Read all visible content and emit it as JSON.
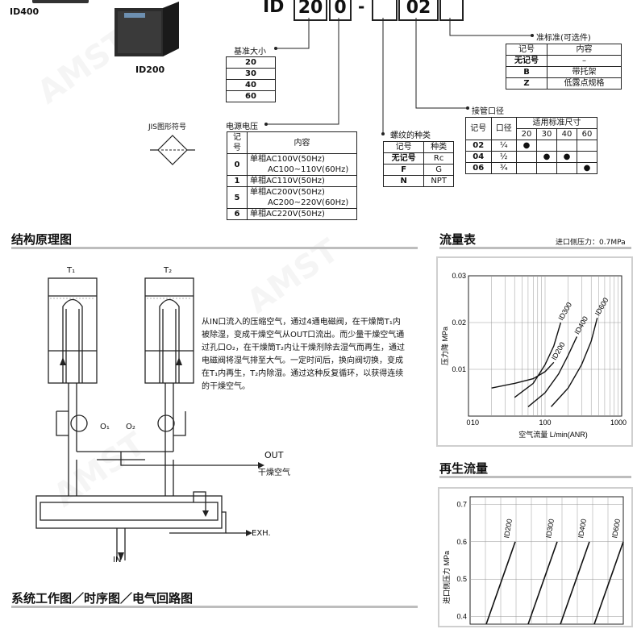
{
  "product_images": [
    {
      "label": "ID400"
    },
    {
      "label": "ID200"
    }
  ],
  "code": {
    "prefix": "ID",
    "size_box": "20",
    "voltage_box": "0",
    "dash": "-",
    "port_box": "02"
  },
  "jis_symbol_label": "JIS图形符号",
  "size_table": {
    "title": "基准大小",
    "rows": [
      "20",
      "30",
      "40",
      "60"
    ]
  },
  "option_table": {
    "title": "准标准(可选件)",
    "headers": [
      "记号",
      "内容"
    ],
    "rows": [
      [
        "无记号",
        "–"
      ],
      [
        "B",
        "带托架"
      ],
      [
        "Z",
        "低露点规格"
      ]
    ]
  },
  "voltage_table": {
    "title": "电源电压",
    "headers": [
      "记号",
      "内容"
    ],
    "rows": [
      [
        "0",
        "单相AC100V(50Hz)",
        "AC100~110V(60Hz)"
      ],
      [
        "1",
        "单相AC110V(50Hz)",
        ""
      ],
      [
        "5",
        "单相AC200V(50Hz)",
        "AC200~220V(60Hz)"
      ],
      [
        "6",
        "单相AC220V(50Hz)",
        ""
      ]
    ]
  },
  "thread_table": {
    "title": "螺纹的种类",
    "headers": [
      "记号",
      "种类"
    ],
    "rows": [
      [
        "无记号",
        "Rc"
      ],
      [
        "F",
        "G"
      ],
      [
        "N",
        "NPT"
      ]
    ]
  },
  "port_table": {
    "title": "接管口径",
    "headers": [
      "记号",
      "口径",
      "适用标准尺寸"
    ],
    "sizes": [
      "20",
      "30",
      "40",
      "60"
    ],
    "rows": [
      {
        "code": "02",
        "dia": "¼",
        "marks": [
          true,
          false,
          false,
          false
        ]
      },
      {
        "code": "04",
        "dia": "½",
        "marks": [
          false,
          true,
          true,
          false
        ]
      },
      {
        "code": "06",
        "dia": "¾",
        "marks": [
          false,
          false,
          false,
          true
        ]
      }
    ]
  },
  "structure": {
    "title": "结构原理图",
    "t1": "T₁",
    "t2": "T₂",
    "o1": "O₁",
    "o2": "O₂",
    "out": "OUT",
    "dry_air": "干燥空气",
    "exh": "EXH.",
    "in": "IN",
    "description": "从IN口流入的压缩空气，通过4通电磁阀，在干燥筒T₁内被除湿，变成干燥空气从OUT口流出。而少量干燥空气通过孔口O₂，在干燥筒T₂内让干燥剂除去湿气而再生，通过电磁阀将湿气排至大气。一定时间后，换向阀切换，变成在T₁内再生，T₂内除湿。通过这种反复循环，以获得连续的干燥空气。"
  },
  "flow_chart_section": {
    "title": "流量表",
    "note": "进口侧压力：0.7MPa"
  },
  "regen_section": {
    "title": "再生流量"
  },
  "system_section": {
    "title": "系统工作图／时序图／电气回路图"
  },
  "colors": {
    "rule_gray": "#bdbdbd",
    "line": "#222222"
  },
  "chart_data": [
    {
      "type": "line",
      "title": "流量表",
      "subtitle": "进口侧压力：0.7MPa",
      "xlabel": "空气流量 L/min(ANR)",
      "ylabel": "压力降 MPa",
      "x_scale": "log",
      "xlim": [
        10,
        1000
      ],
      "ylim": [
        0,
        0.03
      ],
      "x_ticks": [
        "0",
        "10",
        "100",
        "1000"
      ],
      "y_ticks": [
        "0.01",
        "0.02",
        "0.03"
      ],
      "grid": true,
      "series": [
        {
          "name": "ID200",
          "x": [
            20,
            40,
            70,
            100,
            130
          ],
          "y": [
            0.006,
            0.007,
            0.008,
            0.0095,
            0.0115
          ]
        },
        {
          "name": "ID300",
          "x": [
            40,
            70,
            100,
            130,
            160
          ],
          "y": [
            0.004,
            0.007,
            0.011,
            0.015,
            0.02
          ]
        },
        {
          "name": "ID400",
          "x": [
            60,
            100,
            150,
            200,
            260
          ],
          "y": [
            0.002,
            0.005,
            0.009,
            0.013,
            0.017
          ]
        },
        {
          "name": "ID600",
          "x": [
            120,
            200,
            300,
            400,
            480
          ],
          "y": [
            0.002,
            0.006,
            0.011,
            0.016,
            0.021
          ]
        }
      ]
    },
    {
      "type": "line",
      "title": "再生流量",
      "ylabel": "进口侧压力 MPa",
      "ylim": [
        0.4,
        0.7
      ],
      "y_ticks": [
        "0.7",
        "0.6",
        "0.5",
        "0.4"
      ],
      "grid": true,
      "series": [
        {
          "name": "ID200"
        },
        {
          "name": "ID300"
        },
        {
          "name": "ID400"
        },
        {
          "name": "ID600"
        }
      ]
    }
  ]
}
